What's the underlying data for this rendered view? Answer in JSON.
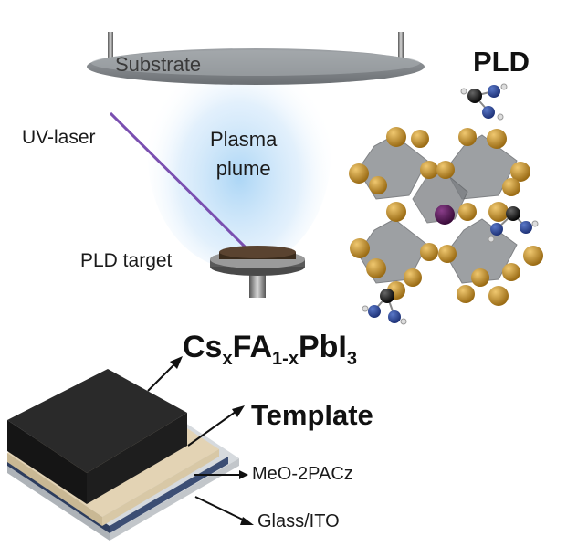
{
  "labels": {
    "substrate": "Substrate",
    "pld": "PLD",
    "uv_laser": "UV-laser",
    "plasma_line1": "Plasma",
    "plasma_line2": "plume",
    "pld_target": "PLD target",
    "formula_a": "Cs",
    "formula_x": "x",
    "formula_b": "FA",
    "formula_1x": "1-x",
    "formula_c": "PbI",
    "formula_3": "3",
    "template": "Template",
    "meo_2pacz": "MeO-2PACz",
    "glass_ito": "Glass/ITO"
  },
  "colors": {
    "laser": "#7a4fb0",
    "halide_atom": "#b8862a",
    "octahedron": "#8d9094",
    "perovskite_block": "#1e1e1e",
    "template_layer": "#e3d3b4",
    "meo_layer": "#2d3d5e",
    "glass_layer": "#d6dade",
    "plume": "#a8d4f5"
  }
}
